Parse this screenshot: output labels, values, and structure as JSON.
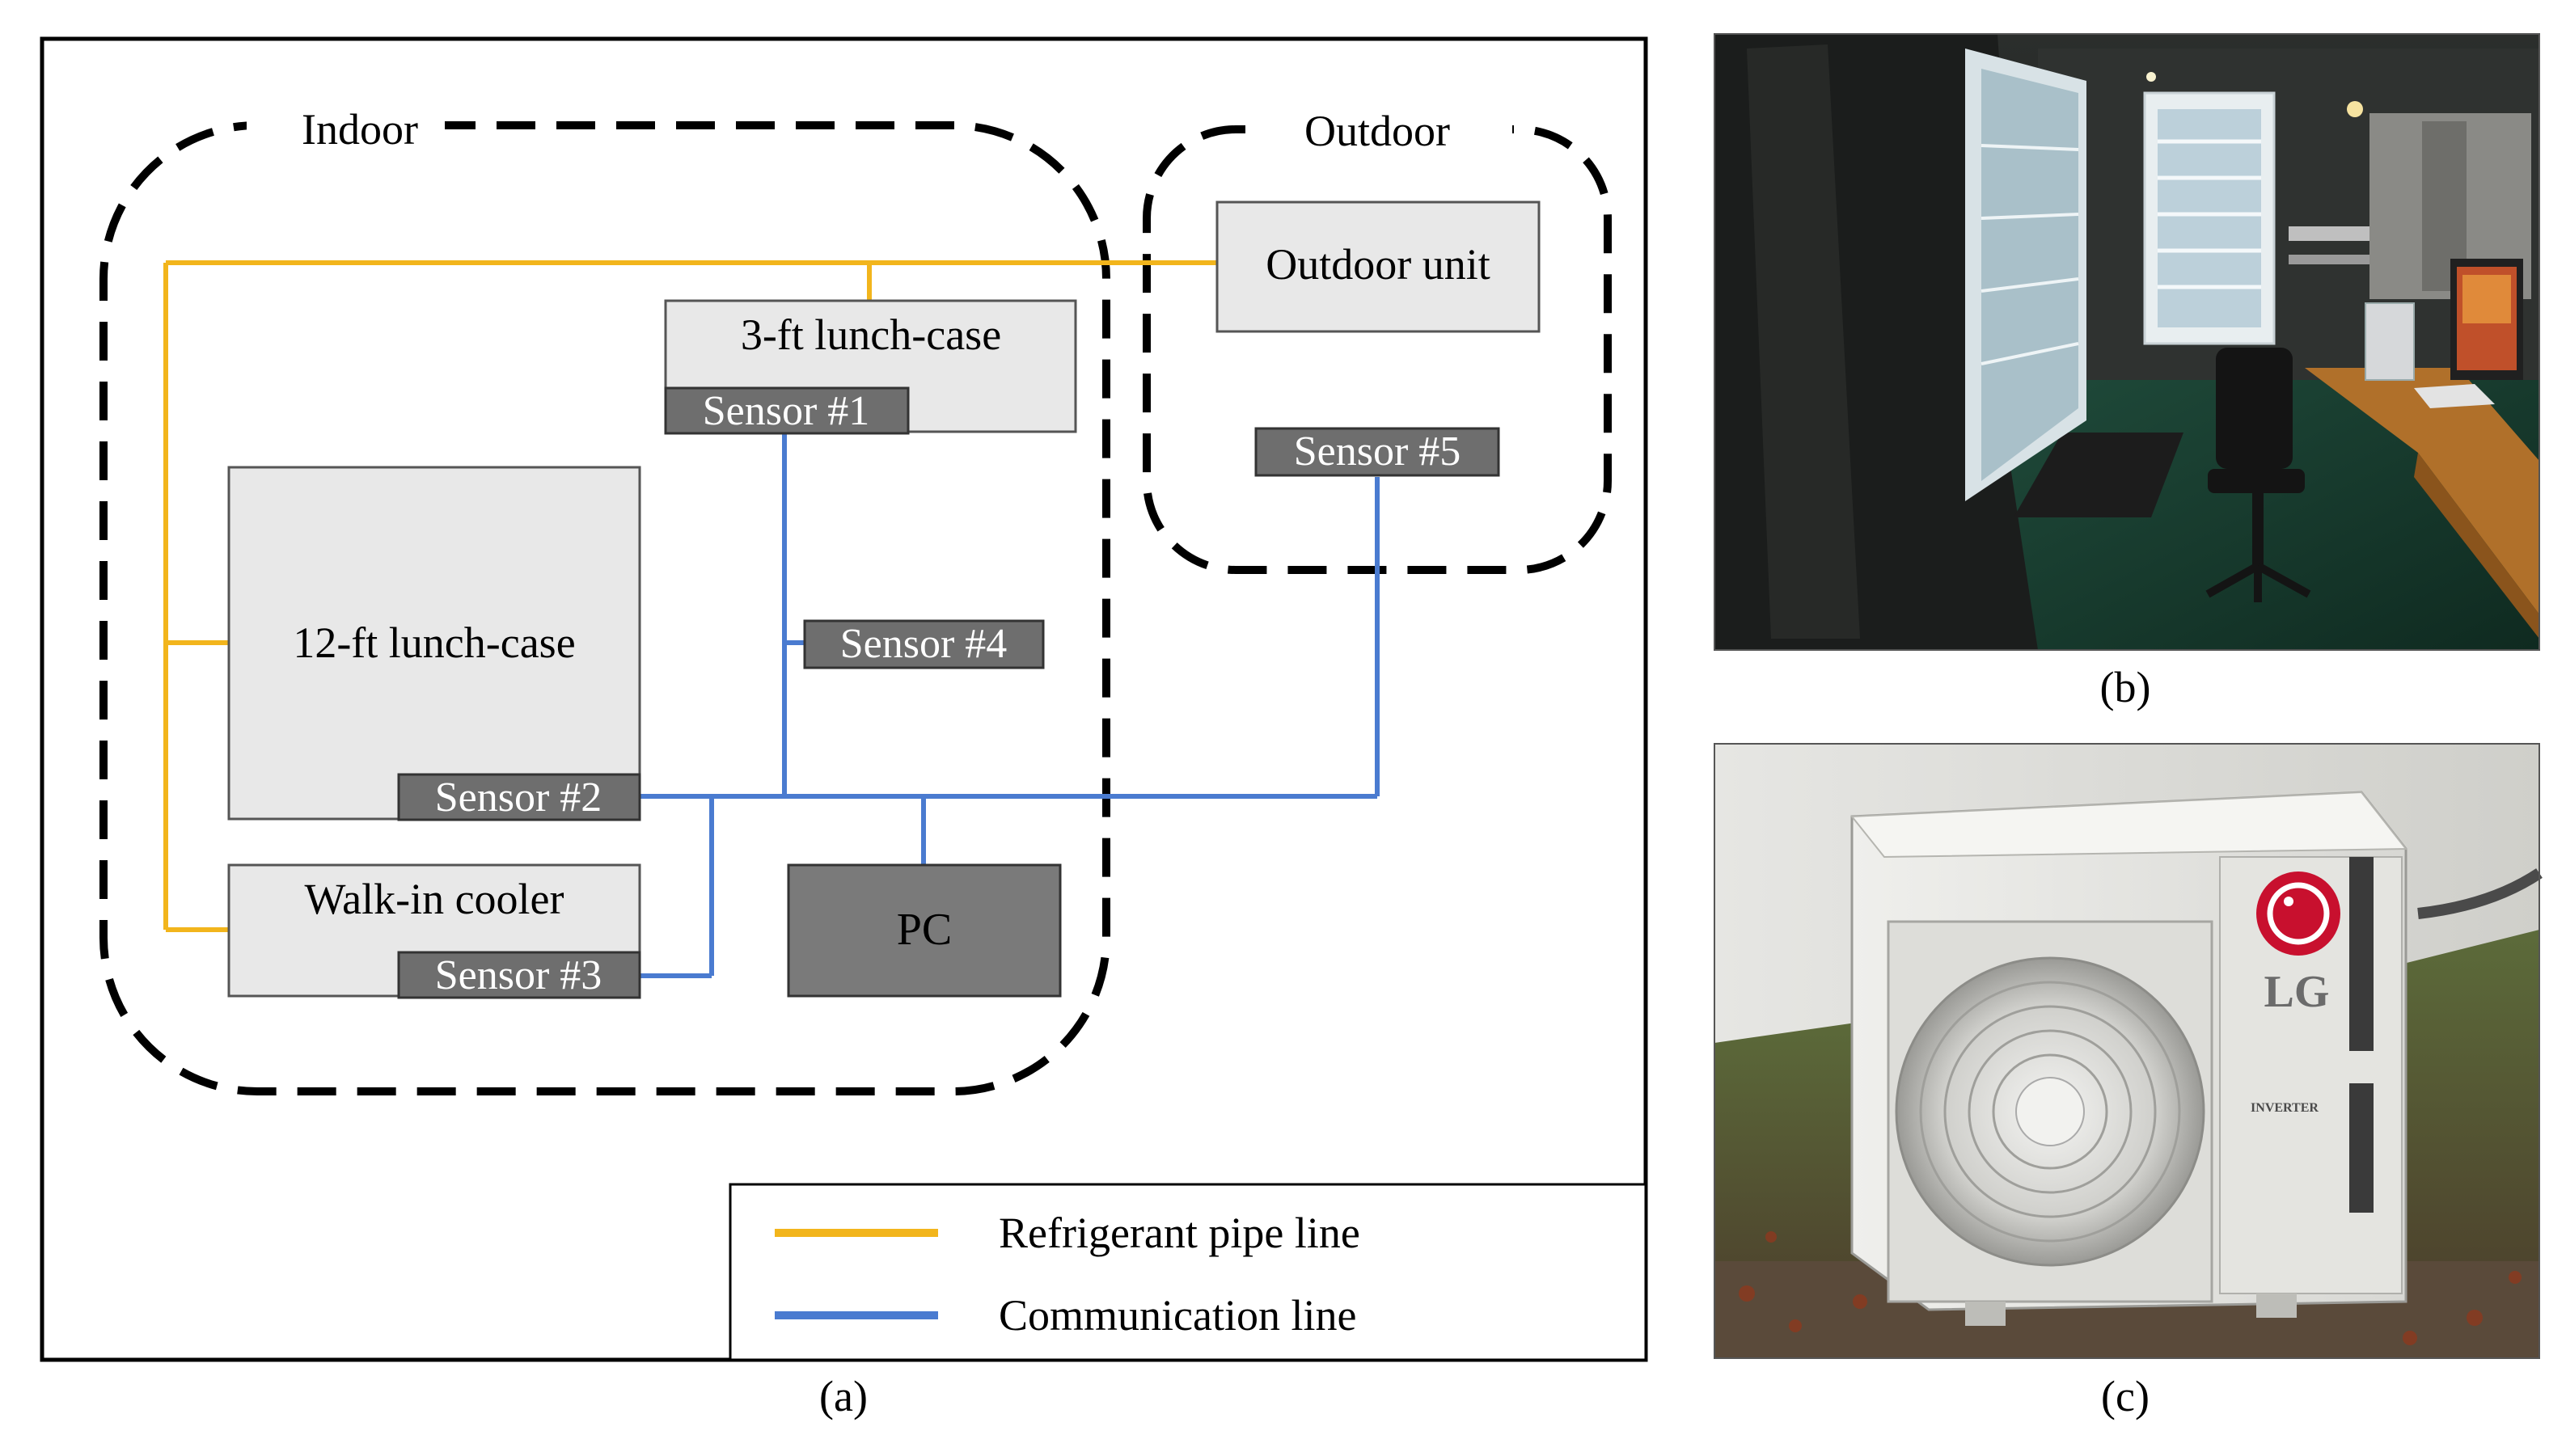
{
  "diagram": {
    "regions": {
      "indoor": "Indoor",
      "outdoor": "Outdoor"
    },
    "components": {
      "outdoor_unit": "Outdoor unit",
      "lunch_case_3ft": "3-ft lunch-case",
      "lunch_case_12ft": "12-ft lunch-case",
      "walk_in_cooler": "Walk-in cooler",
      "pc": "PC"
    },
    "sensors": {
      "s1": "Sensor #1",
      "s2": "Sensor #2",
      "s3": "Sensor #3",
      "s4": "Sensor #4",
      "s5": "Sensor #5"
    },
    "legend": {
      "refrigerant": "Refrigerant pipe line",
      "communication": "Communication line"
    },
    "colors": {
      "refrigerant": "#f2b51c",
      "communication": "#4a7bd0",
      "box_fill": "#e8e8e8",
      "sensor_fill": "#6e6e6e",
      "pc_fill": "#7a7a7a"
    }
  },
  "photos": {
    "b": {
      "brand_label": "",
      "description_hidden": true
    },
    "c": {
      "brand_text": "LG",
      "model_text": "INVERTER"
    }
  },
  "captions": {
    "a": "(a)",
    "b": "(b)",
    "c": "(c)"
  }
}
